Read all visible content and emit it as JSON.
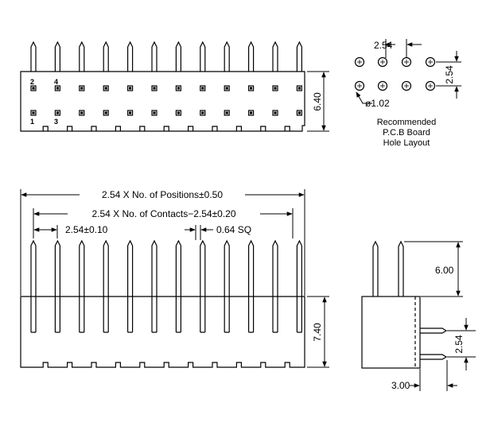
{
  "pin_numbers": {
    "top_left": "2",
    "top_second": "4",
    "bottom_left": "1",
    "bottom_second": "3"
  },
  "top_view": {
    "height_dim": "6.40"
  },
  "pcb_layout": {
    "pitch_h": "2.54",
    "pitch_v": "2.54",
    "hole_dia": "ø1.02",
    "caption_line1": "Recommended",
    "caption_line2": "P.C.B Board",
    "caption_line3": "Hole Layout"
  },
  "front_view": {
    "total_length": "2.54  X  No.  of  Positions±0.50",
    "contacts_length": "2.54  X  No.  of  Contacts−2.54±0.20",
    "pitch": "2.54±0.10",
    "pin_square": "0.64  SQ",
    "body_height": "7.40"
  },
  "side_view": {
    "pin_length": "6.00",
    "pitch": "2.54",
    "body_width": "3.00"
  }
}
